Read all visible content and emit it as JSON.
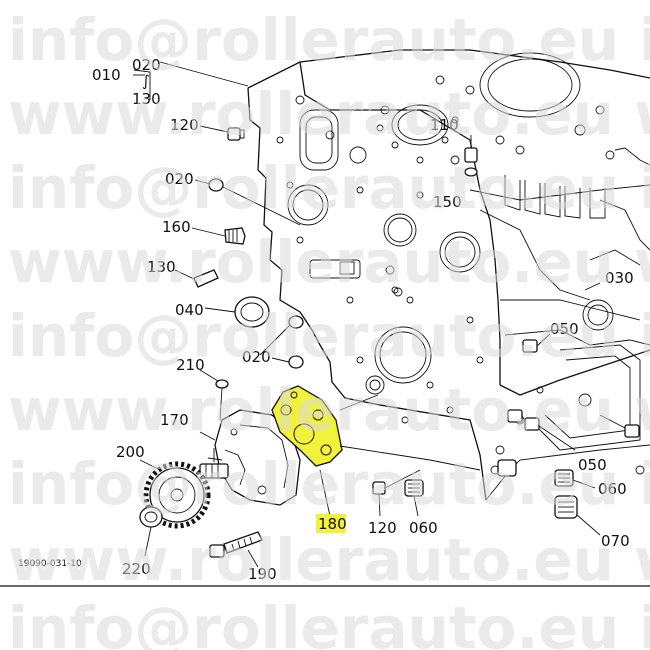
{
  "watermark": {
    "email": "info@rollerauto.eu in",
    "url": "www.rollerauto.eu ww"
  },
  "diagram_code": "19090-031-10",
  "labels": {
    "l010": "010",
    "l020a": "020",
    "l130a": "130",
    "l120a": "120",
    "l110": "110",
    "l020b": "020",
    "l160": "160",
    "l150": "150",
    "l130b": "130",
    "l040": "040",
    "l030": "030",
    "l050a": "050",
    "l020c": "020",
    "l210": "210",
    "l170": "170",
    "l200": "200",
    "l180": "180",
    "l120b": "120",
    "l060a": "060",
    "l050b": "050",
    "l060b": "060",
    "l070": "070",
    "l220": "220",
    "l190": "190"
  },
  "highlight_color": "#f2f23a"
}
